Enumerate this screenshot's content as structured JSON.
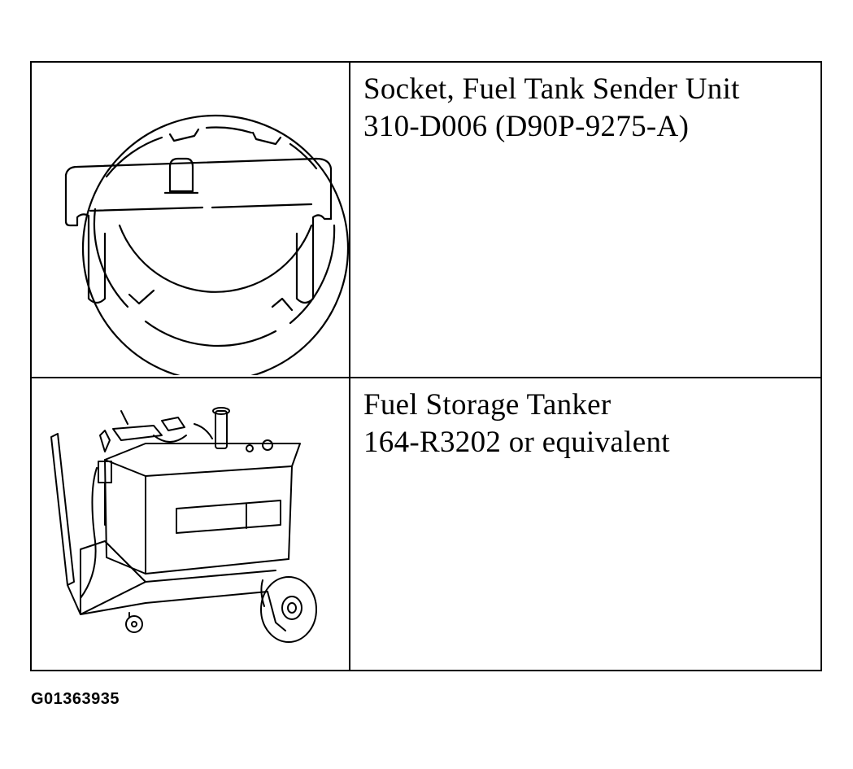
{
  "tools": [
    {
      "name": "Socket, Fuel Tank Sender Unit",
      "number": "310-D006 (D90P-9275-A)",
      "icon": "fuel-tank-sender-socket-icon"
    },
    {
      "name": "Fuel Storage Tanker",
      "number": "164-R3202 or equivalent",
      "icon": "fuel-storage-tanker-icon"
    }
  ],
  "figure_id": "G01363935"
}
